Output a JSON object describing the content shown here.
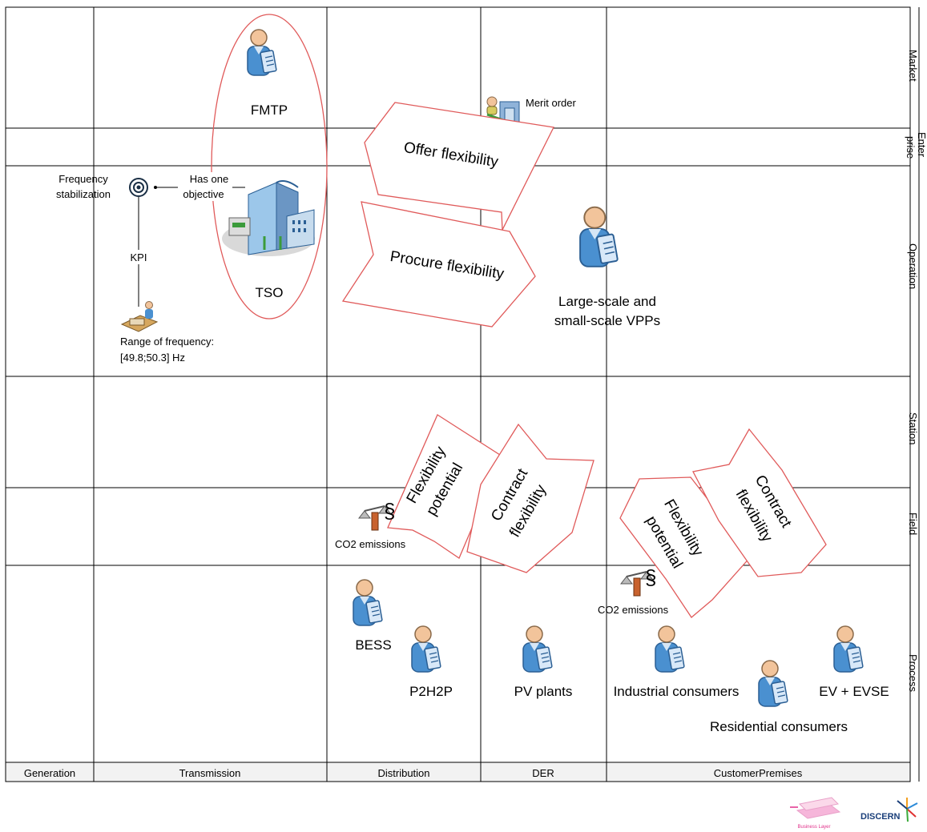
{
  "domains": [
    "Generation",
    "Transmission",
    "Distribution",
    "DER",
    "CustomerPremises"
  ],
  "zones": [
    "Market",
    "Enterprise",
    "Operation",
    "Station",
    "Field",
    "Process"
  ],
  "zone_enterprise_parts": [
    "Enter",
    "prise"
  ],
  "actors": {
    "fmtp": "FMTP",
    "tso": "TSO",
    "vpp_line1": "Large-scale and",
    "vpp_line2": "small-scale VPPs",
    "bess": "BESS",
    "p2h2p": "P2H2P",
    "pv": "PV plants",
    "industrial": "Industrial consumers",
    "residential": "Residential consumers",
    "ev": "EV + EVSE"
  },
  "goal": {
    "line1": "Frequency",
    "line2": "stabilization",
    "relation_line1": "Has one",
    "relation_line2": "objective",
    "kpi": "KPI",
    "kpi_value_line1": "Range of frequency:",
    "kpi_value_line2": "[49.8;50.3] Hz"
  },
  "merit_order": "Merit order",
  "co2": "CO2 emissions",
  "section_symbol": "§",
  "use_cases": {
    "offer": "Offer flexibility",
    "procure": "Procure flexibility",
    "potential_line1": "Flexibility",
    "potential_line2": "potential",
    "contract_line1": "Contract",
    "contract_line2": "flexibility"
  },
  "logos": {
    "business_layer": "Business Layer",
    "discern": "DISCERN"
  },
  "colors": {
    "grid": "#000000",
    "highlight": "#e05a5a",
    "actor_body": "#4a90d0",
    "actor_head": "#f2c49b",
    "footer_bg": "#f2f2f2"
  }
}
